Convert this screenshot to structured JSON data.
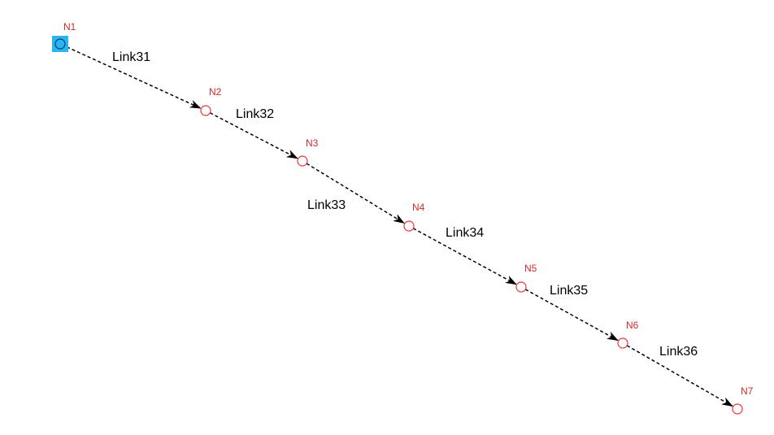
{
  "colors": {
    "node_stroke": "#e8343a",
    "node_label": "#d42a2a",
    "selected_fill": "#29b6f0",
    "selected_ring": "#1a3a66",
    "link": "#000000",
    "link_label": "#000000"
  },
  "nodes": [
    {
      "id": "N1",
      "label": "N1",
      "selected": true
    },
    {
      "id": "N2",
      "label": "N2",
      "selected": false
    },
    {
      "id": "N3",
      "label": "N3",
      "selected": false
    },
    {
      "id": "N4",
      "label": "N4",
      "selected": false
    },
    {
      "id": "N5",
      "label": "N5",
      "selected": false
    },
    {
      "id": "N6",
      "label": "N6",
      "selected": false
    },
    {
      "id": "N7",
      "label": "N7",
      "selected": false
    }
  ],
  "links": [
    {
      "id": "Link31",
      "label": "Link31",
      "from": "N1",
      "to": "N2"
    },
    {
      "id": "Link32",
      "label": "Link32",
      "from": "N2",
      "to": "N3"
    },
    {
      "id": "Link33",
      "label": "Link33",
      "from": "N3",
      "to": "N4"
    },
    {
      "id": "Link34",
      "label": "Link34",
      "from": "N4",
      "to": "N5"
    },
    {
      "id": "Link35",
      "label": "Link35",
      "from": "N5",
      "to": "N6"
    },
    {
      "id": "Link36",
      "label": "Link36",
      "from": "N6",
      "to": "N7"
    }
  ]
}
